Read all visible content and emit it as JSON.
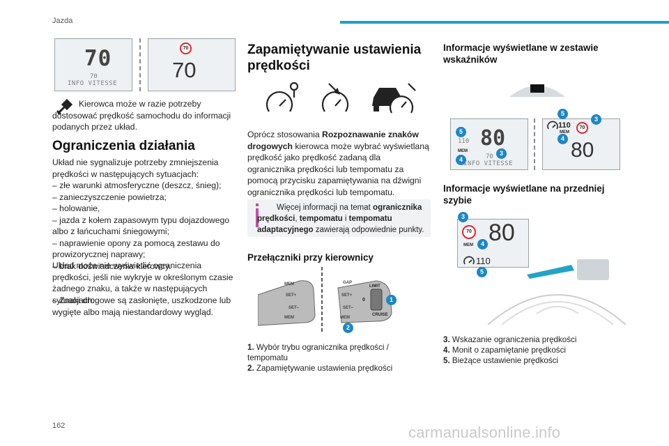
{
  "header": {
    "section": "Jazda",
    "page_number": "162",
    "watermark": "carmanualsonline.info"
  },
  "col1": {
    "lcd_left_digits": "70",
    "lcd_left_small": "70",
    "lcd_left_info": "INFO VITESSE",
    "lcd_right_sign": "70",
    "lcd_right_digits": "70",
    "note": "Kierowca może w razie potrzeby dostosować prędkość samochodu do informacji podanych przez układ.",
    "heading": "Ograniczenia działania",
    "para1": "Układ nie sygnalizuje potrzeby zmniejszenia prędkości w następujących sytuacjach:",
    "items": [
      "– złe warunki atmosferyczne (deszcz, śnieg);",
      "– zanieczyszczenie powietrza;",
      "– holowanie,",
      "– jazda z kołem zapasowym typu dojazdowego albo z łańcuchami śniegowymi;",
      "– naprawienie opony za pomocą zestawu do prowizorycznej naprawy;",
      "– brak doświadczenia kierowcy."
    ],
    "para2": "Układ może nie wyświetlić ograniczenia prędkości, jeśli nie wykryje w określonym czasie żadnego znaku, a także w następujących sytuacjach:",
    "item_last": "– Znaki drogowe są zasłonięte, uszkodzone lub wygięte albo mają niestandardowy wygląd."
  },
  "col2": {
    "heading": "Zapamiętywanie ustawienia prędkości",
    "para_a": "Oprócz stosowania ",
    "para_b": "Rozpoznawanie znaków drogowych",
    "para_c": " kierowca może wybrać wyświetlaną prędkość jako prędkość zadaną dla ogranicznika prędkości lub tempomatu za pomocą przycisku zapamiętywania na dźwigni ogranicznika prędkości lub tempomatu.",
    "info_a": "Więcej informacji na temat ",
    "info_b": "ogranicznika prędkości",
    "info_c": ", ",
    "info_d": "tempomatu",
    "info_e": " i ",
    "info_f": "tempomatu adaptacyjnego",
    "info_g": " zawierają odpowiednie punkty.",
    "subheading": "Przełączniki przy kierownicy",
    "lever": {
      "mem": "MEM",
      "set_plus": "SET+",
      "set_minus": "SET–",
      "limit": "LIMIT",
      "cruise": "CRUISE",
      "zero": "0",
      "gap": "GAP"
    },
    "list": [
      {
        "num": "1.",
        "text": "Wybór trybu ogranicznika prędkości / tempomatu"
      },
      {
        "num": "2.",
        "text": "Zapamiętywanie ustawienia prędkości"
      }
    ]
  },
  "col3": {
    "heading1": "Informacje wyświetlane w zestawie wskaźników",
    "cluster_left": {
      "digits": "80",
      "small_top": "110",
      "small_mid": "70",
      "mem": "MEM",
      "info": "INFO VITESSE"
    },
    "cluster_right": {
      "speed_set": "110",
      "mem": "MEM",
      "sign": "70",
      "digits": "80"
    },
    "heading2": "Informacje wyświetlane na przedniej szybie",
    "hud": {
      "digits": "80",
      "sign": "70",
      "mem": "MEM",
      "speed_set": "110"
    },
    "list": [
      {
        "num": "3.",
        "text": "Wskazanie ograniczenia prędkości"
      },
      {
        "num": "4.",
        "text": "Monit o zapamiętanie prędkości"
      },
      {
        "num": "5.",
        "text": "Bieżące ustawienie prędkości"
      }
    ],
    "badges": [
      "3",
      "4",
      "5"
    ]
  },
  "lever_badges": [
    "1",
    "2"
  ]
}
